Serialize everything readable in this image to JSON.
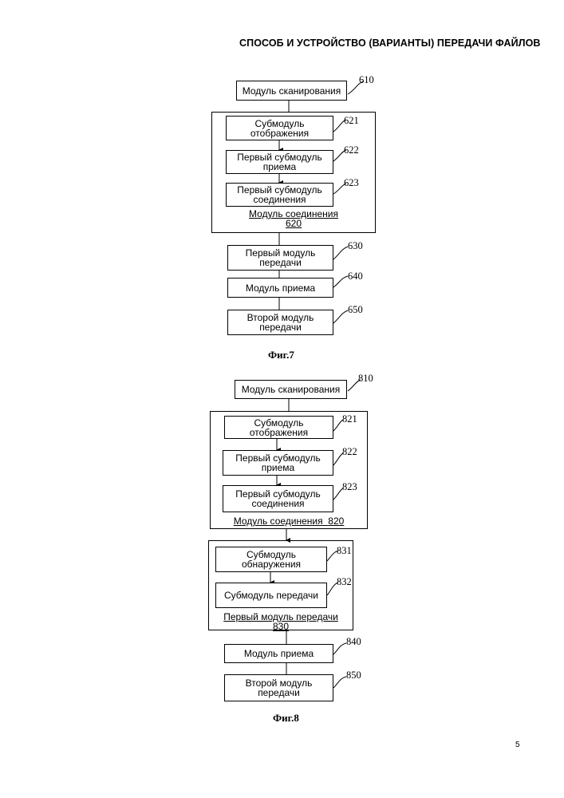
{
  "header": {
    "title": "СПОСОБ И УСТРОЙСТВО (ВАРИАНТЫ) ПЕРЕДАЧИ ФАЙЛОВ"
  },
  "page_number": "5",
  "fig7": {
    "caption": "Фиг.7",
    "scan": {
      "label": "Модуль сканирования",
      "ref": "610"
    },
    "connection_group": {
      "label": "Модуль соединения",
      "ref": "620",
      "items": [
        {
          "label": "Субмодуль отображения",
          "ref": "621"
        },
        {
          "label": "Первый субмодуль приема",
          "ref": "622"
        },
        {
          "label": "Первый субмодуль соединения",
          "ref": "623"
        }
      ]
    },
    "first_transfer": {
      "label": "Первый модуль передачи",
      "ref": "630"
    },
    "receive": {
      "label": "Модуль приема",
      "ref": "640"
    },
    "second_transfer": {
      "label": "Второй модуль передачи",
      "ref": "650"
    }
  },
  "fig8": {
    "caption": "Фиг.8",
    "scan": {
      "label": "Модуль сканирования",
      "ref": "810"
    },
    "connection_group": {
      "label": "Модуль соединения",
      "ref": "820",
      "items": [
        {
          "label": "Субмодуль отображения",
          "ref": "821"
        },
        {
          "label": "Первый субмодуль приема",
          "ref": "822"
        },
        {
          "label": "Первый субмодуль соединения",
          "ref": "823"
        }
      ]
    },
    "first_transfer_group": {
      "label": "Первый модуль передачи",
      "ref": "830",
      "items": [
        {
          "label": "Субмодуль обнаружения",
          "ref": "831"
        },
        {
          "label": "Субмодуль передачи",
          "ref": "832"
        }
      ]
    },
    "receive": {
      "label": "Модуль приема",
      "ref": "840"
    },
    "second_transfer": {
      "label": "Второй модуль передачи",
      "ref": "850"
    }
  }
}
